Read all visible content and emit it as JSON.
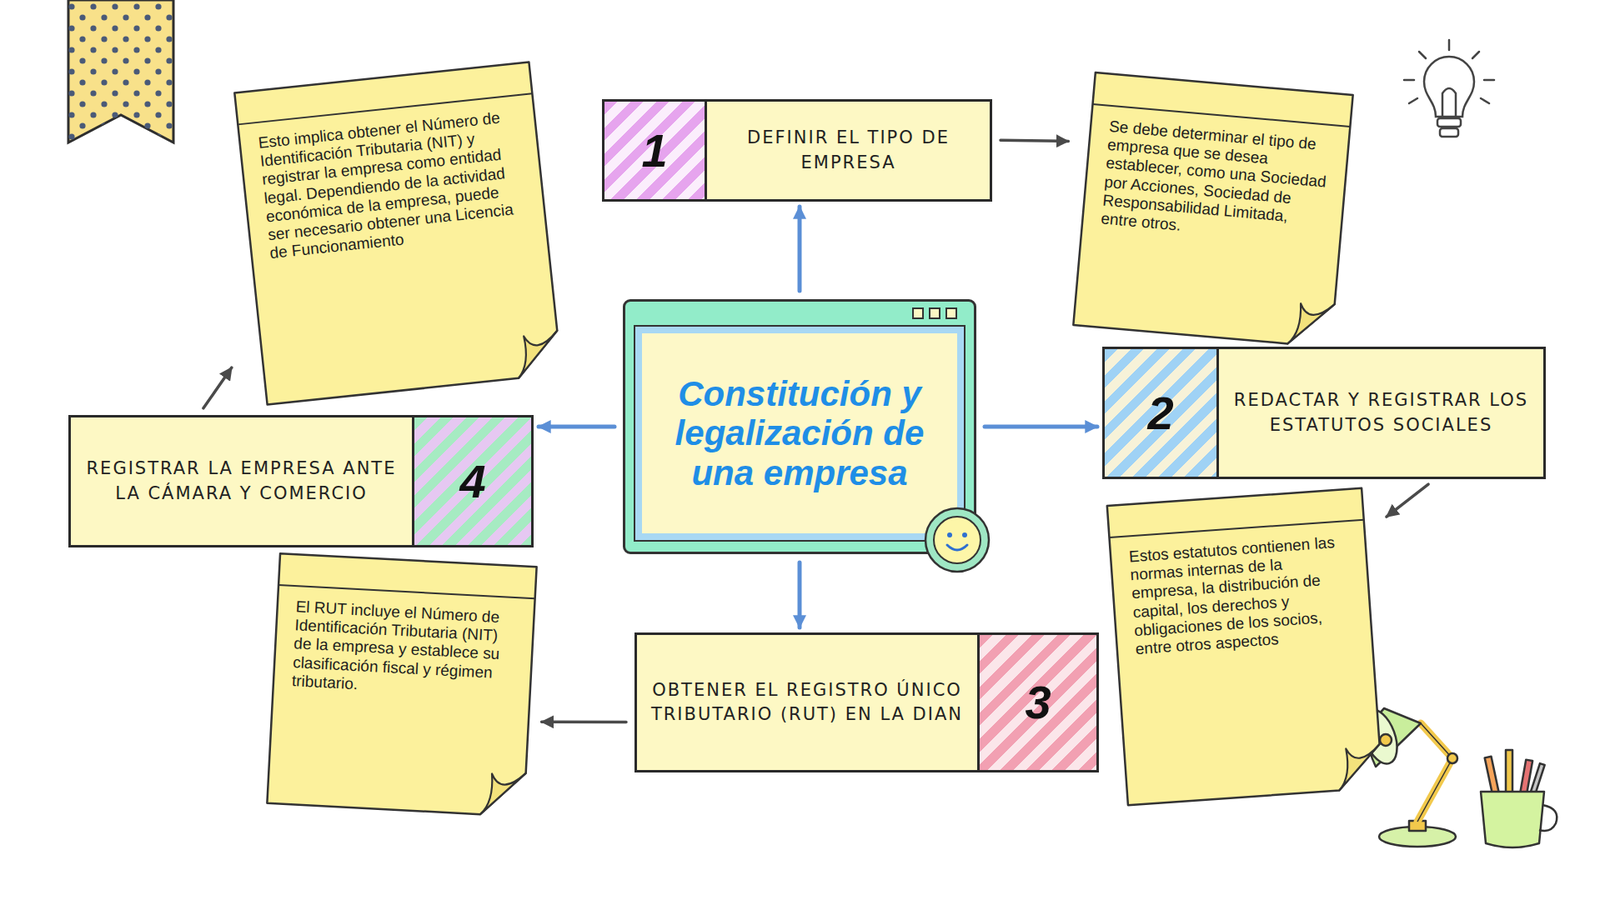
{
  "diagram": {
    "nodes": [
      {
        "text": [
          "Constitución y legalización de una empresa"
        ]
      },
      {
        "text": [
          "1",
          "DEFINIR EL TIPO DE EMPRESA"
        ]
      },
      {
        "text": [
          "Se debe determinar el tipo de empresa que se desea establecer, como una Sociedad por Acciones, Sociedad de Responsabilidad Limitada, entre otros."
        ]
      },
      {
        "text": [
          "2",
          "REDACTAR Y REGISTRAR LOS ESTATUTOS SOCIALES"
        ]
      },
      {
        "text": [
          "Estos estatutos contienen las normas internas de la empresa, la distribución de capital, los derechos y obligaciones de los socios, entre otros aspectos"
        ]
      },
      {
        "text": [
          "3",
          "OBTENER EL REGISTRO ÚNICO TRIBUTARIO (RUT) EN LA DIAN"
        ]
      },
      {
        "text": [
          "El RUT incluye el Número de Identificación Tributaria (NIT) de la empresa y establece su clasificación fiscal y régimen tributario."
        ]
      },
      {
        "text": [
          "4",
          "REGISTRAR LA EMPRESA ANTE LA CÁMARA Y COMERCIO"
        ]
      },
      {
        "text": [
          "Esto implica obtener el Número de Identificación Tributaria (NIT) y registrar la empresa como entidad legal. Dependiendo de la actividad económica de la empresa, puede ser necesario obtener una Licencia de Funcionamiento"
        ]
      }
    ],
    "edges": [
      {
        "from": 0,
        "to": 1,
        "arrow": "to"
      },
      {
        "from": 1,
        "to": 2,
        "arrow": "to"
      },
      {
        "from": 0,
        "to": 3,
        "arrow": "to"
      },
      {
        "from": 3,
        "to": 4,
        "arrow": "to"
      },
      {
        "from": 0,
        "to": 5,
        "arrow": "to"
      },
      {
        "from": 5,
        "to": 6,
        "arrow": "to"
      },
      {
        "from": 0,
        "to": 7,
        "arrow": "to"
      },
      {
        "from": 7,
        "to": 8,
        "arrow": "to"
      }
    ]
  }
}
